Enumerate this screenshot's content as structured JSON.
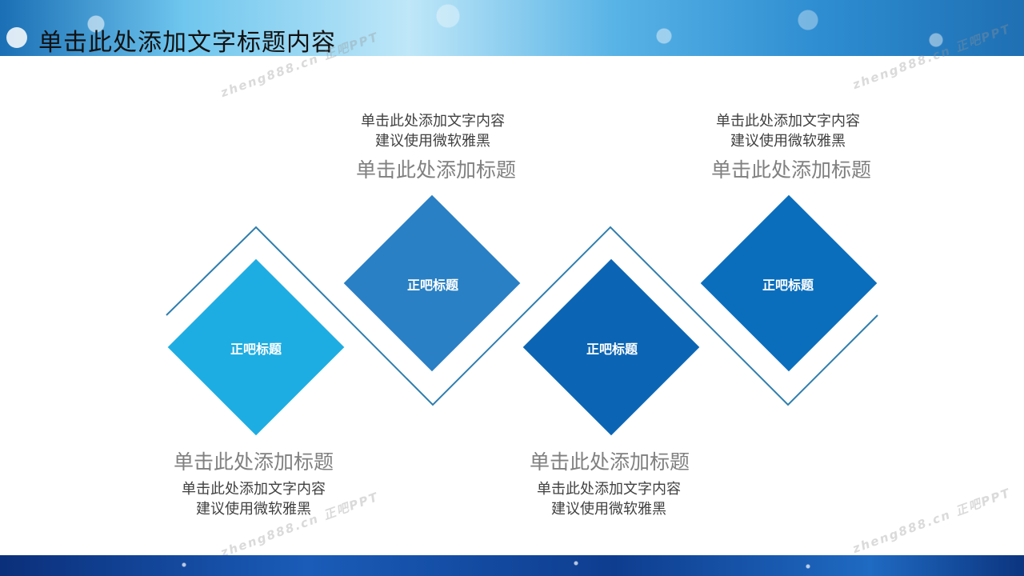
{
  "slide": {
    "title": "单击此处添加文字标题内容"
  },
  "steps": [
    {
      "label": "正吧标题",
      "heading": "单击此处添加标题",
      "body_line1": "单击此处添加文字内容",
      "body_line2": "建议使用微软雅黑",
      "color": "#1EADE2"
    },
    {
      "label": "正吧标题",
      "heading": "单击此处添加标题",
      "body_line1": "单击此处添加文字内容",
      "body_line2": "建议使用微软雅黑",
      "color": "#2980C4"
    },
    {
      "label": "正吧标题",
      "heading": "单击此处添加标题",
      "body_line1": "单击此处添加文字内容",
      "body_line2": "建议使用微软雅黑",
      "color": "#0B65B4"
    },
    {
      "label": "正吧标题",
      "heading": "单击此处添加标题",
      "body_line1": "单击此处添加文字内容",
      "body_line2": "建议使用微软雅黑",
      "color": "#0A6EBD"
    }
  ],
  "colors": {
    "line": "#2E7EAE",
    "title_text": "#111111"
  },
  "watermark": {
    "text1": "zheng888.cn 正吧PPT",
    "text2": "zheng888.cn 正吧PPT"
  }
}
